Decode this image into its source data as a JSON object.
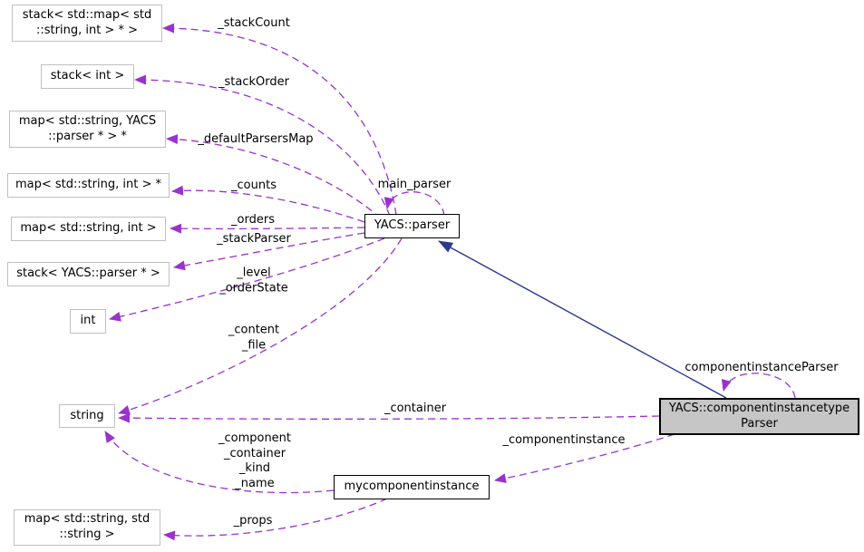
{
  "colors": {
    "background": "#ffffff",
    "usage_edge": "#9a32cd",
    "inheritance_edge": "#2c3a8c",
    "ref_node_border": "#c0c0c0",
    "class_node_border": "#000000",
    "current_node_fill": "#c6c6c6",
    "text": "#000000"
  },
  "nodes": [
    {
      "label": "stack< std::map< std\n::string, int > * >"
    },
    {
      "label": "stack< int >"
    },
    {
      "label": "map< std::string, YACS\n::parser * > *"
    },
    {
      "label": "map< std::string, int > *"
    },
    {
      "label": "map< std::string, int >"
    },
    {
      "label": "stack< YACS::parser * >"
    },
    {
      "label": "int"
    },
    {
      "label": "string"
    },
    {
      "label": "map< std::string, std\n::string >"
    },
    {
      "label": "YACS::parser"
    },
    {
      "label": "YACS::componentinstancetype\nParser"
    },
    {
      "label": "mycomponentinstance"
    }
  ],
  "edge_labels": [
    {
      "text": "_stackCount"
    },
    {
      "text": "_stackOrder"
    },
    {
      "text": "_defaultParsersMap"
    },
    {
      "text": "_counts"
    },
    {
      "text": "_orders"
    },
    {
      "text": "_stackParser"
    },
    {
      "text": "_level\n_orderState"
    },
    {
      "text": "_content\n_file"
    },
    {
      "text": "main_parser"
    },
    {
      "text": "_container"
    },
    {
      "text": "_component\n_container\n_kind\n_name"
    },
    {
      "text": "_componentinstance"
    },
    {
      "text": "_props"
    },
    {
      "text": "componentinstanceParser"
    }
  ]
}
